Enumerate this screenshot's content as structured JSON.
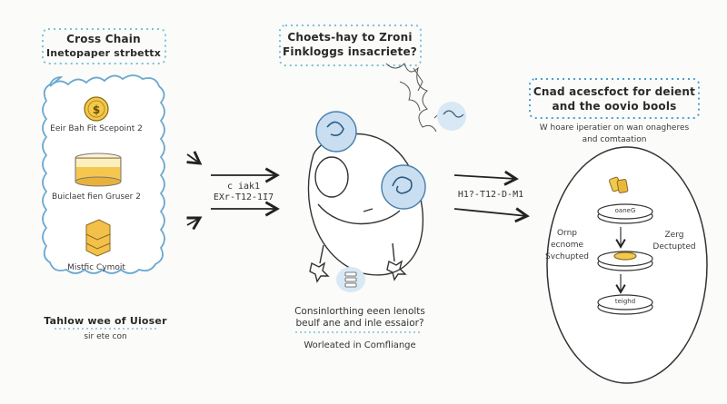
{
  "left_panel": {
    "title_line1": "Cross Chain",
    "title_line2": "Inetopaper strbettx",
    "items": [
      {
        "icon": "coin-icon",
        "label": "Eeir Bah Fit Scepoint 2"
      },
      {
        "icon": "jar-icon",
        "label": "Buiclaet fien Gruser 2"
      },
      {
        "icon": "stack-icon",
        "label": "Mistfic Cymoit"
      }
    ],
    "footer_title": "Tahlow wee of Uioser",
    "footer_sub": "sir ete con"
  },
  "center_panel": {
    "title_line1": "Choets-hay to Zroni",
    "title_line2": "Finkloggs insacriete?",
    "input_arrow_label_1": "c iak1",
    "input_arrow_label_2": "EXr-T12-1I7",
    "caption_line1": "Consinlorthing eeen lenolts",
    "caption_line2": "beulf ane and inle essaior?",
    "caption_sub": "Worleated in Comfliange"
  },
  "output_arrow_label": "H1?-T12-D-M1",
  "right_panel": {
    "title_line1": "Cnad acescfoct for deient",
    "title_line2": "and the oovio bools",
    "subtitle_line1": "W hoare iperatier on wan onagheres",
    "subtitle_line2": "and comtaation",
    "disc_top": "oaneG",
    "disc_bottom": "teighd",
    "left_note": [
      "Ornp",
      "ecnome",
      "Svchupted"
    ],
    "right_note": [
      "Zerg",
      "Dectupted"
    ]
  },
  "colors": {
    "accent_blue": "#6aa8d0",
    "fill_blue": "#c9def0",
    "gold": "#f0c24a",
    "ink": "#2a2a2a"
  }
}
